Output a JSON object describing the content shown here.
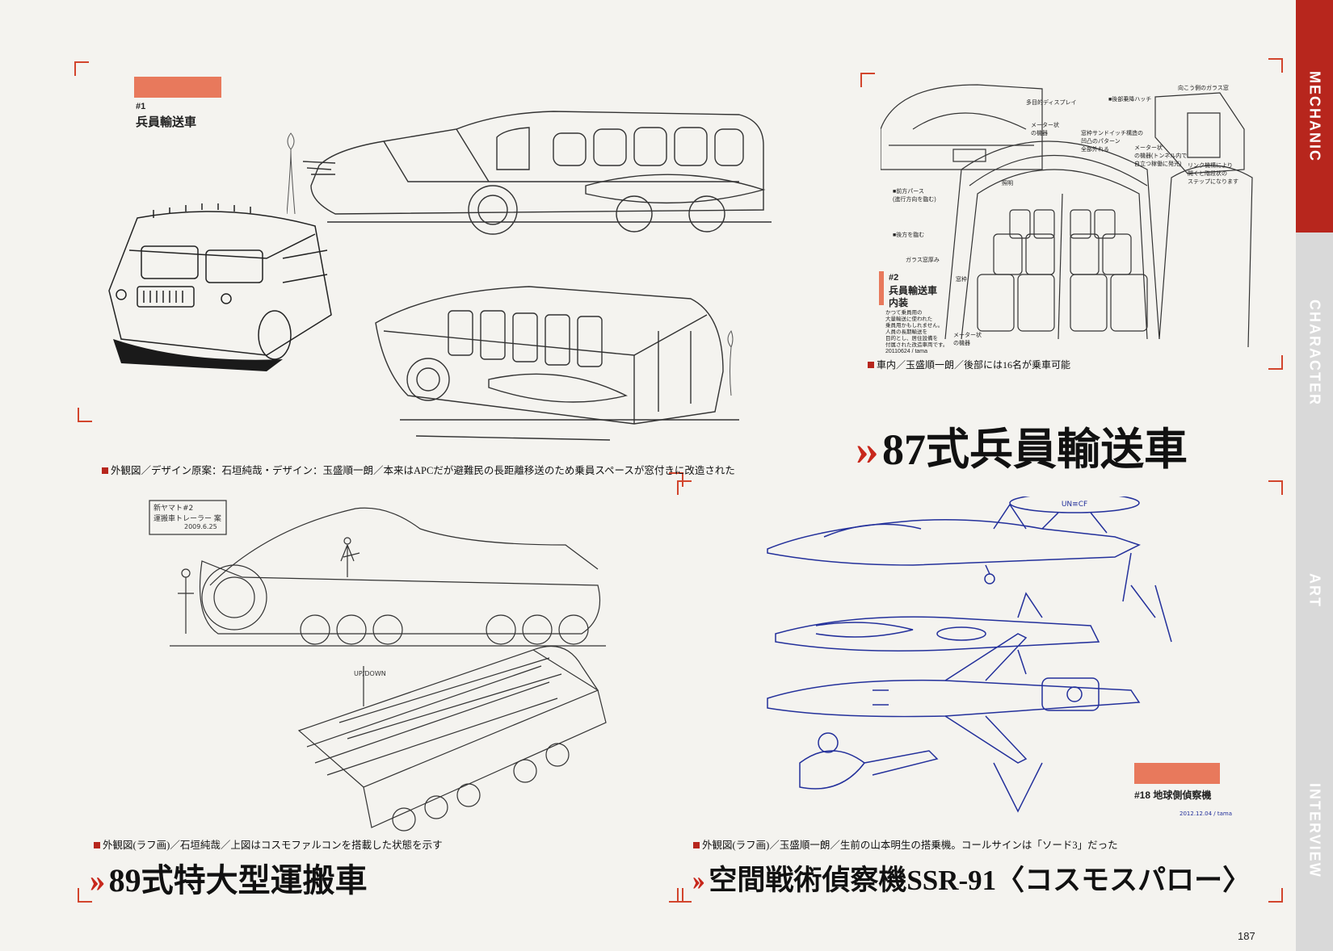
{
  "sidebar": {
    "tabs": [
      {
        "label": "MECHANIC",
        "active": true
      },
      {
        "label": "CHARACTER",
        "active": false
      },
      {
        "label": "ART",
        "active": false
      },
      {
        "label": "INTERVIEW",
        "active": false
      }
    ],
    "active_color": "#b7261d",
    "inactive_color": "#d9d9d9"
  },
  "sections": {
    "s1": {
      "number": "#1",
      "subtitle": "兵員輸送車"
    },
    "s2": {
      "number": "#2",
      "subtitle_line1": "兵員輸送車",
      "subtitle_line2": "内装",
      "notes": [
        "かつて乗員用の",
        "大量輸送に使われた",
        "乗員用かもしれません。",
        "人員の長期輸送を",
        "目的とし、居住設備を",
        "付属された改造車両です。"
      ],
      "date": "20110624 / tama",
      "labels": {
        "multi_display": "多目的ディスプレイ",
        "meter": "メーター状\nの機器",
        "rear_hatch": "■後部乗降ハッチ",
        "glass": "向こう側のガラス窓",
        "sandwich": "窓枠サンドイッチ構造の\n凹凸のパターン\n全部外れる",
        "light": "照明",
        "front_pass": "■前方パース\n(進行方向を臨む)",
        "rear_view": "■後方を臨む",
        "glass_thick": "ガラス窓厚み",
        "window_frame": "窓枠",
        "meter2": "メーター状\nの機器",
        "tunnel": "メーター状\nの機器(トンネル内で\n自立つ稼働に発光)",
        "link": "リンク機構により\n開くと階段状の\nステップになります"
      }
    },
    "s18": {
      "number": "#18",
      "subtitle": "地球側偵察機",
      "date": "2012.12.04 / tama",
      "fuselage_text": "UN≡CF"
    }
  },
  "captions": {
    "c1": "外観図／デザイン原案：石垣純哉・デザイン：玉盛順一朗／本来はAPCだが避難民の長距離移送のため乗員スペースが窓付きに改造された",
    "c2": "車内／玉盛順一朗／後部には16名が乗車可能",
    "c3": "外観図(ラフ画)／石垣純哉／上図はコスモファルコンを搭載した状態を示す",
    "c4": "外観図(ラフ画)／玉盛順一朗／生前の山本明生の搭乗機。コールサインは「ソード3」だった"
  },
  "titles": {
    "t87": "87式兵員輸送車",
    "t89": "89式特大型運搬車",
    "tssr": "空間戦術偵察機SSR-91〈コスモスパロー〉",
    "chevron": "››"
  },
  "sketch_notes": {
    "trailer": "新ヤマト#2\n運搬車トレーラー 案",
    "trailer_date": "2009.6.25",
    "updown": "UP/DOWN"
  },
  "page_number": "187",
  "accent_color": "#c8281c"
}
